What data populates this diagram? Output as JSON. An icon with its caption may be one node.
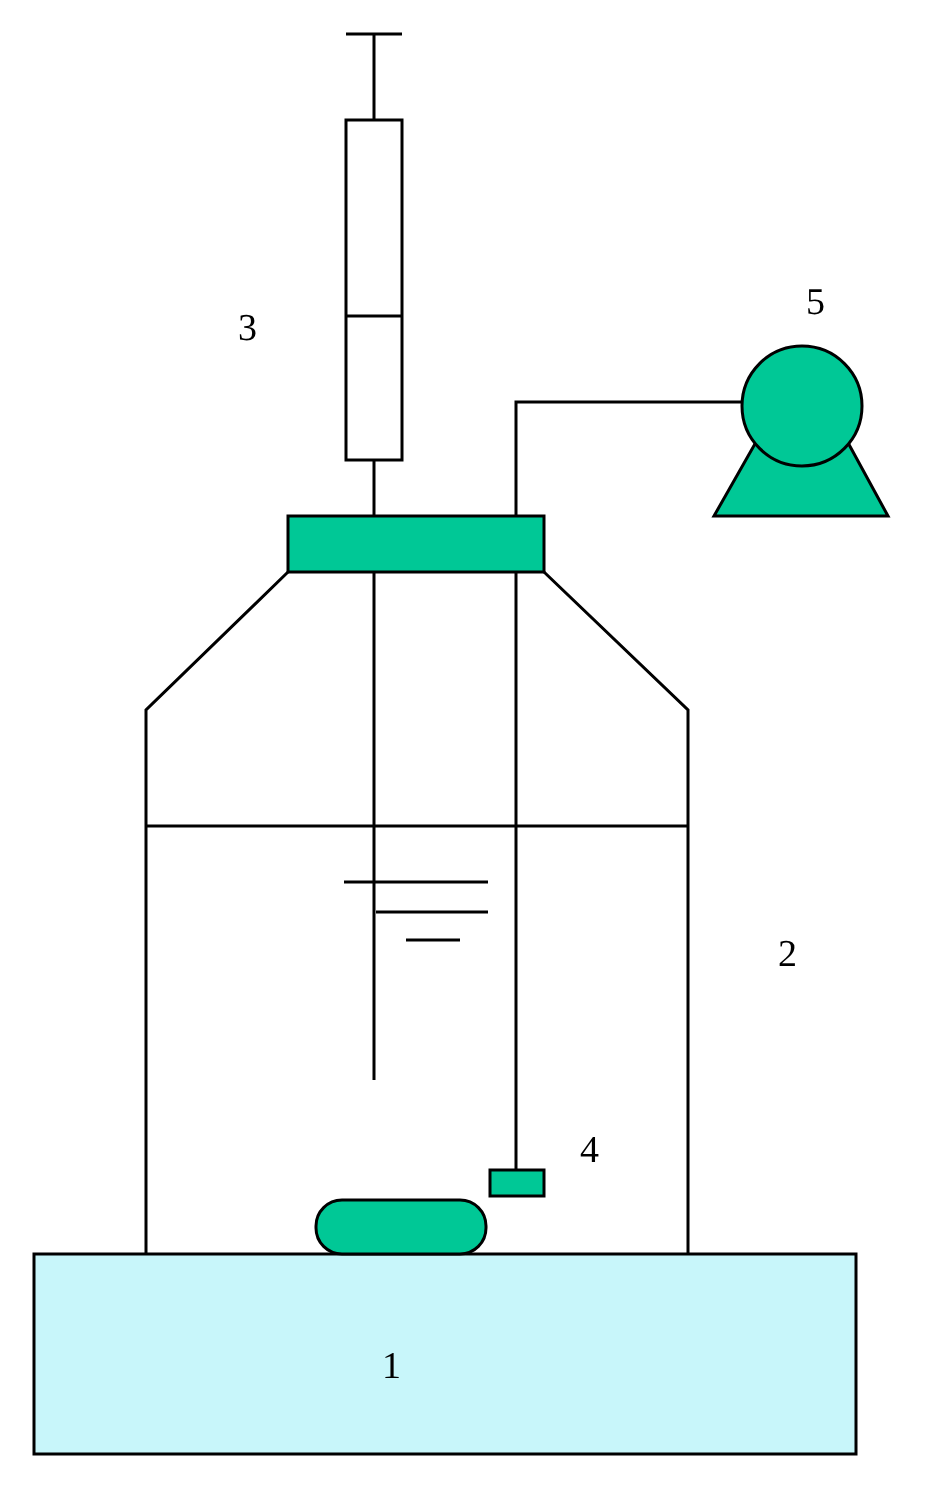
{
  "diagram": {
    "labels": [
      "3",
      "5",
      "2",
      "4",
      "1"
    ]
  }
}
